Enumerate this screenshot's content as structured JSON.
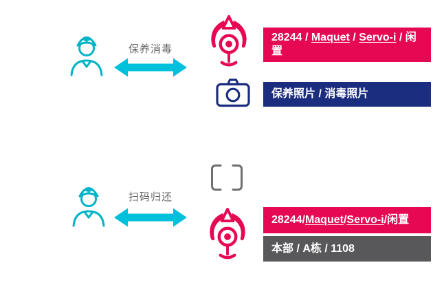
{
  "colors": {
    "teal": "#00b3c7",
    "arrow": "#00c0dc",
    "crimson": "#e60853",
    "navy": "#1b2d7e",
    "gray_box": "#58585a",
    "scan_gray": "#6f6f6f",
    "caption_gray": "#666666",
    "text_on_badge": "#ffffff"
  },
  "icons": {
    "actor": "nurse-icon",
    "exchange": "double-headed-arrow-icon",
    "device": "ventilator-icon",
    "photos": "camera-icon",
    "scan": "scan-frame-icon"
  },
  "flows": {
    "maintenance": {
      "arrow_label": "保养消毒",
      "device_badge": {
        "id": "28244",
        "sep1": " / ",
        "brand": "Maquet",
        "sep2": " / ",
        "model": "Servo-i",
        "sep3": " / ",
        "status": "闲置"
      },
      "photos_badge": "保养照片 / 消毒照片"
    },
    "return": {
      "arrow_label": "扫码归还",
      "device_badge": {
        "id": "28244",
        "sep1": " / ",
        "brand": "Maquet",
        "sep2": " / ",
        "model": "Servo-i",
        "sep3": " / ",
        "status": "闲置"
      },
      "location_badge": "本部 / A栋 / 1108"
    }
  }
}
